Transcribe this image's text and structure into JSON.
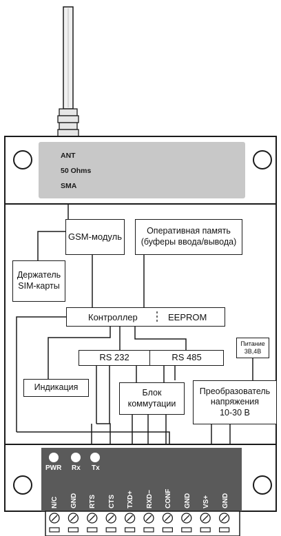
{
  "ant_label": {
    "line1": "ANT",
    "line2": "50 Ohms",
    "line3": "SMA"
  },
  "blocks": {
    "gsm": "GSM-модуль",
    "ram": "Оперативная память\n(буферы ввода/вывода)",
    "sim": "Держатель\nSIM-карты",
    "controller": "Контроллер",
    "eeprom": "EEPROM",
    "rs232": "RS 232",
    "rs485": "RS 485",
    "indication": "Индикация",
    "switching": "Блок\nкоммутации",
    "converter": "Преобразователь\nнапряжения\n10-30 В",
    "power": "Питание\n3В,4В"
  },
  "leds": [
    "PWR",
    "Rx",
    "Tx"
  ],
  "pins": [
    "N/C",
    "GND",
    "RTS",
    "CTS",
    "TXD+",
    "RXD−",
    "CONF",
    "GND",
    "VS+",
    "GND"
  ],
  "colors": {
    "plate": "#c8c8c8",
    "terminal_panel": "#5a5a5a",
    "line": "#1a1a1a"
  }
}
